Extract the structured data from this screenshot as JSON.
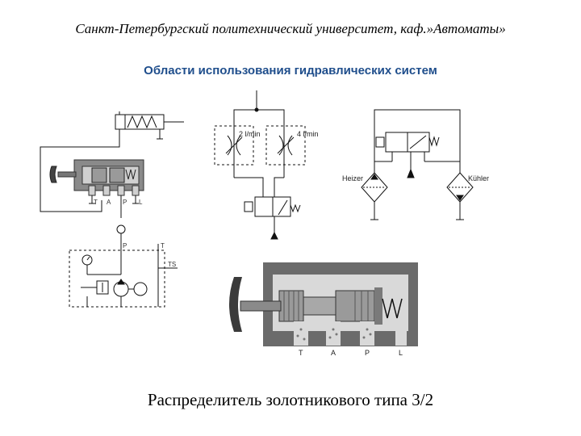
{
  "header": "Санкт-Петербургский политехнический университет, каф.»Автоматы»",
  "title": "Области использования гидравлических систем",
  "caption": "Распределитель золотникового типа 3/2",
  "diagrams": {
    "valve_circuit": {
      "ports": [
        "T",
        "A",
        "P",
        "L"
      ],
      "p_label": "P",
      "t_label": "T",
      "ts_label": "TS"
    },
    "flow_circuit": {
      "left_flow": "2 l/min",
      "right_flow": "4 l/min"
    },
    "heat_circuit": {
      "left_label": "Heizer",
      "right_label": "Kühler"
    },
    "spool_valve": {
      "ports": [
        "T",
        "A",
        "P",
        "L"
      ]
    }
  },
  "colors": {
    "title": "#1f4e8c",
    "body_dark": "#6b6b6b",
    "body_light": "#d9d9d9",
    "spool": "#9a9a9a",
    "line": "#111111"
  }
}
